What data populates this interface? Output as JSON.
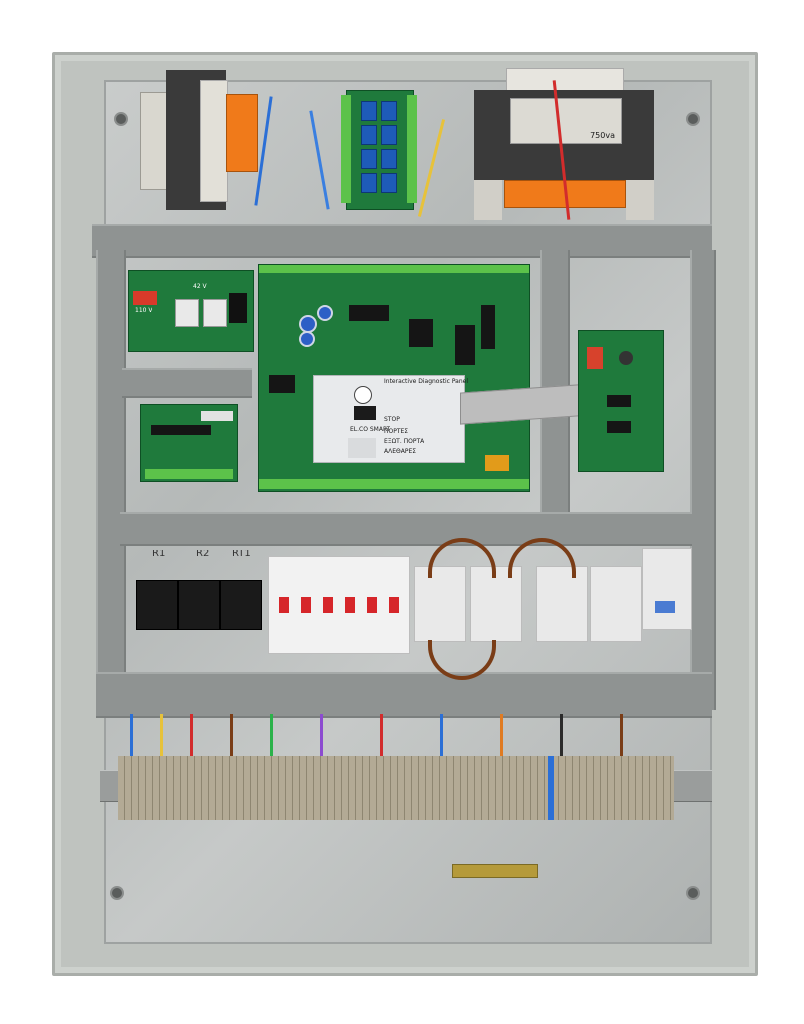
{
  "photo": {
    "subject": "Elevator control panel cabinet, open door view",
    "colors": {
      "enclosure": "#bfc3bf",
      "backplate": "#b9bcbb",
      "wire_duct": "#8f9392",
      "pcb": "#1f7a3c",
      "relay": "#1e5bb8",
      "terminal_orange": "#f07a1a",
      "mcb_accent": "#d6262a",
      "terminal_block": "#a79e8a"
    }
  },
  "labels": {
    "voltage_42": "42 V",
    "voltage_110": "110 V",
    "transformer_rating": "750va",
    "diag_title": "Interactive Diagnostic Panel",
    "brand_small": "EL.CO SMART",
    "relay_r1": "R1",
    "relay_r2": "R2",
    "relay_r3": "RT1",
    "diag_buttons": [
      "STOP",
      "ΠΟΡΤΕΣ",
      "ΕΞΩΤ. ΠΟΡΤΑ",
      "ΑΛΕΘΑΡΕΣ"
    ]
  }
}
